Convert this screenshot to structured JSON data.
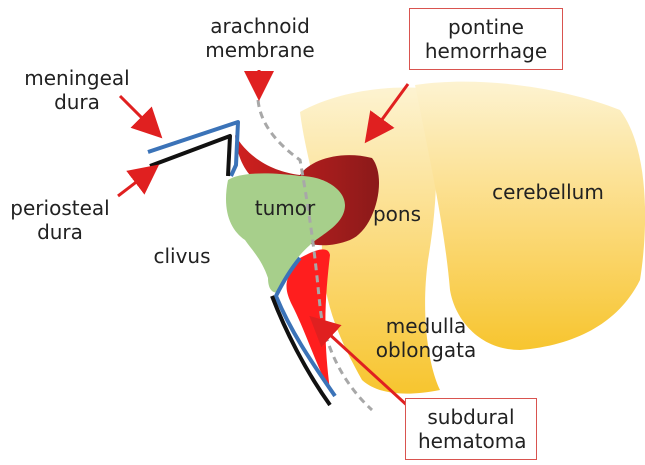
{
  "labels": {
    "arachnoid": [
      "arachnoid",
      "membrane"
    ],
    "pontine_hemorrhage": [
      "pontine",
      "hemorrhage"
    ],
    "meningeal_dura": [
      "meningeal",
      "dura"
    ],
    "periosteal_dura": [
      "periosteal",
      "dura"
    ],
    "tumor": "tumor",
    "pons": "pons",
    "cerebellum": "cerebellum",
    "clivus": "clivus",
    "medulla_oblongata": [
      "medulla",
      "oblongata"
    ],
    "subdural_hematoma": [
      "subdural",
      "hematoma"
    ]
  },
  "colors": {
    "brain_light": "#fdf0c8",
    "brain_dark": "#f7c52f",
    "hemorrhage_light": "#d0201f",
    "hemorrhage_dark": "#8b1a1a",
    "hematoma": "#ff1e1e",
    "tumor": "#a7cf8b",
    "meningeal_dura": "#3b73b8",
    "periosteal_dura": "#111111",
    "arachnoid": "#a8a8a8",
    "arrow": "#e02020",
    "callout_border": "#d9534f"
  }
}
